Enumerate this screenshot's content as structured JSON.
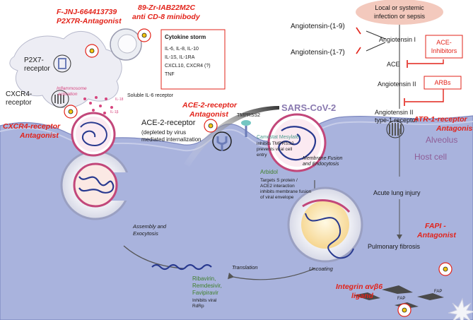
{
  "top_right": {
    "infection_line1": "Local or systemic",
    "infection_line2": "infection or sepsis"
  },
  "raas": {
    "ang_1_9": "Angiotensin-(1-9)",
    "ang_1_7": "Angiotensin-(1-7)",
    "ang_i": "Angiotensin I",
    "ace": "ACE",
    "ang_ii": "Angiotensin II",
    "ang_ii_r1": "Angiotensin II",
    "ang_ii_r2": "type-1 receptor",
    "ace_inhibitors_1": "ACE-",
    "ace_inhibitors_2": "Inhibitors",
    "arbs": "ARBs",
    "atr1_1": "ATR-1-receptor",
    "atr1_2": "Antagonist"
  },
  "labels": {
    "alveolus": "Alveolus",
    "host_cell": "Host cell",
    "sars": "SARS-CoV-2",
    "tmprss2": "TMPRSS2",
    "acute_injury": "Acute lung injury",
    "pulm_fibrosis": "Pulmonary fibrosis",
    "p2x7_1": "P2X7-",
    "p2x7_2": "receptor",
    "cxcr4_1": "CXCR4-",
    "cxcr4_2": "receptor",
    "inflammasome_1": "Inflammosome",
    "inflammasome_2": "activation",
    "soluble_il6": "Soluble IL-6 receptor",
    "il18": "IL-18",
    "il1b": "IL-1β",
    "ace2_receptor": "ACE-2-receptor",
    "ace2_note_1": "(depleted by virus",
    "ace2_note_2": "mediated internalization",
    "membrane_fusion_1": "Membrane Fusion",
    "membrane_fusion_2": "and Endocytosis",
    "assembly_1": "Assembly and",
    "assembly_2": "Exocytosis",
    "uncoating": "Uncoating",
    "translation": "Translation",
    "fap": "FAP",
    "fap2": "FAP"
  },
  "drugs": {
    "f_jnj_1": "F-JNJ-664413739",
    "f_jnj_2": "P2X7R-Antagonist",
    "zr_1": "89-Zr-IAB22M2C",
    "zr_2": "anti CD-8 minibody",
    "cxcr4_ant_1": "CXCR4-receptor",
    "cxcr4_ant_2": "Antagonist",
    "ace2_ant_1": "ACE-2-receptor",
    "ace2_ant_2": "Antagonist",
    "fapi_1": "FAPI -",
    "fapi_2": "Antagonist",
    "integrin_1": "Integrin αvβ6",
    "integrin_2": "ligand"
  },
  "cytokine_storm": {
    "title": "Cytokine storm",
    "lines": [
      "IL-6, IL-8, IL-10",
      "IL-1S, IL-1RA",
      "CXCL10, CXCR4 (?)",
      "TNF"
    ]
  },
  "camostat": {
    "name": "Camostat Mesylate",
    "lines": [
      "inhibits TMPRSS2",
      "prevents viral cell",
      "entry"
    ]
  },
  "arbidol": {
    "name": "Arbidol",
    "lines": [
      "Targets S protein /",
      "ACE2 interaction",
      "inhibits membrane fusion",
      "of viral envelope"
    ]
  },
  "ribavirin": {
    "names": [
      "Ribavirin,",
      "Remdesivir,",
      "Favipiravir"
    ],
    "lines": [
      "Inhibits viral",
      "RdRp"
    ]
  },
  "colors": {
    "drug_red": "#e2231a",
    "cell_blue": "#a9b3dd",
    "virus_pink": "#c2477a",
    "rna_blue": "#28398f",
    "infection_bubble": "#f3c9bd"
  }
}
